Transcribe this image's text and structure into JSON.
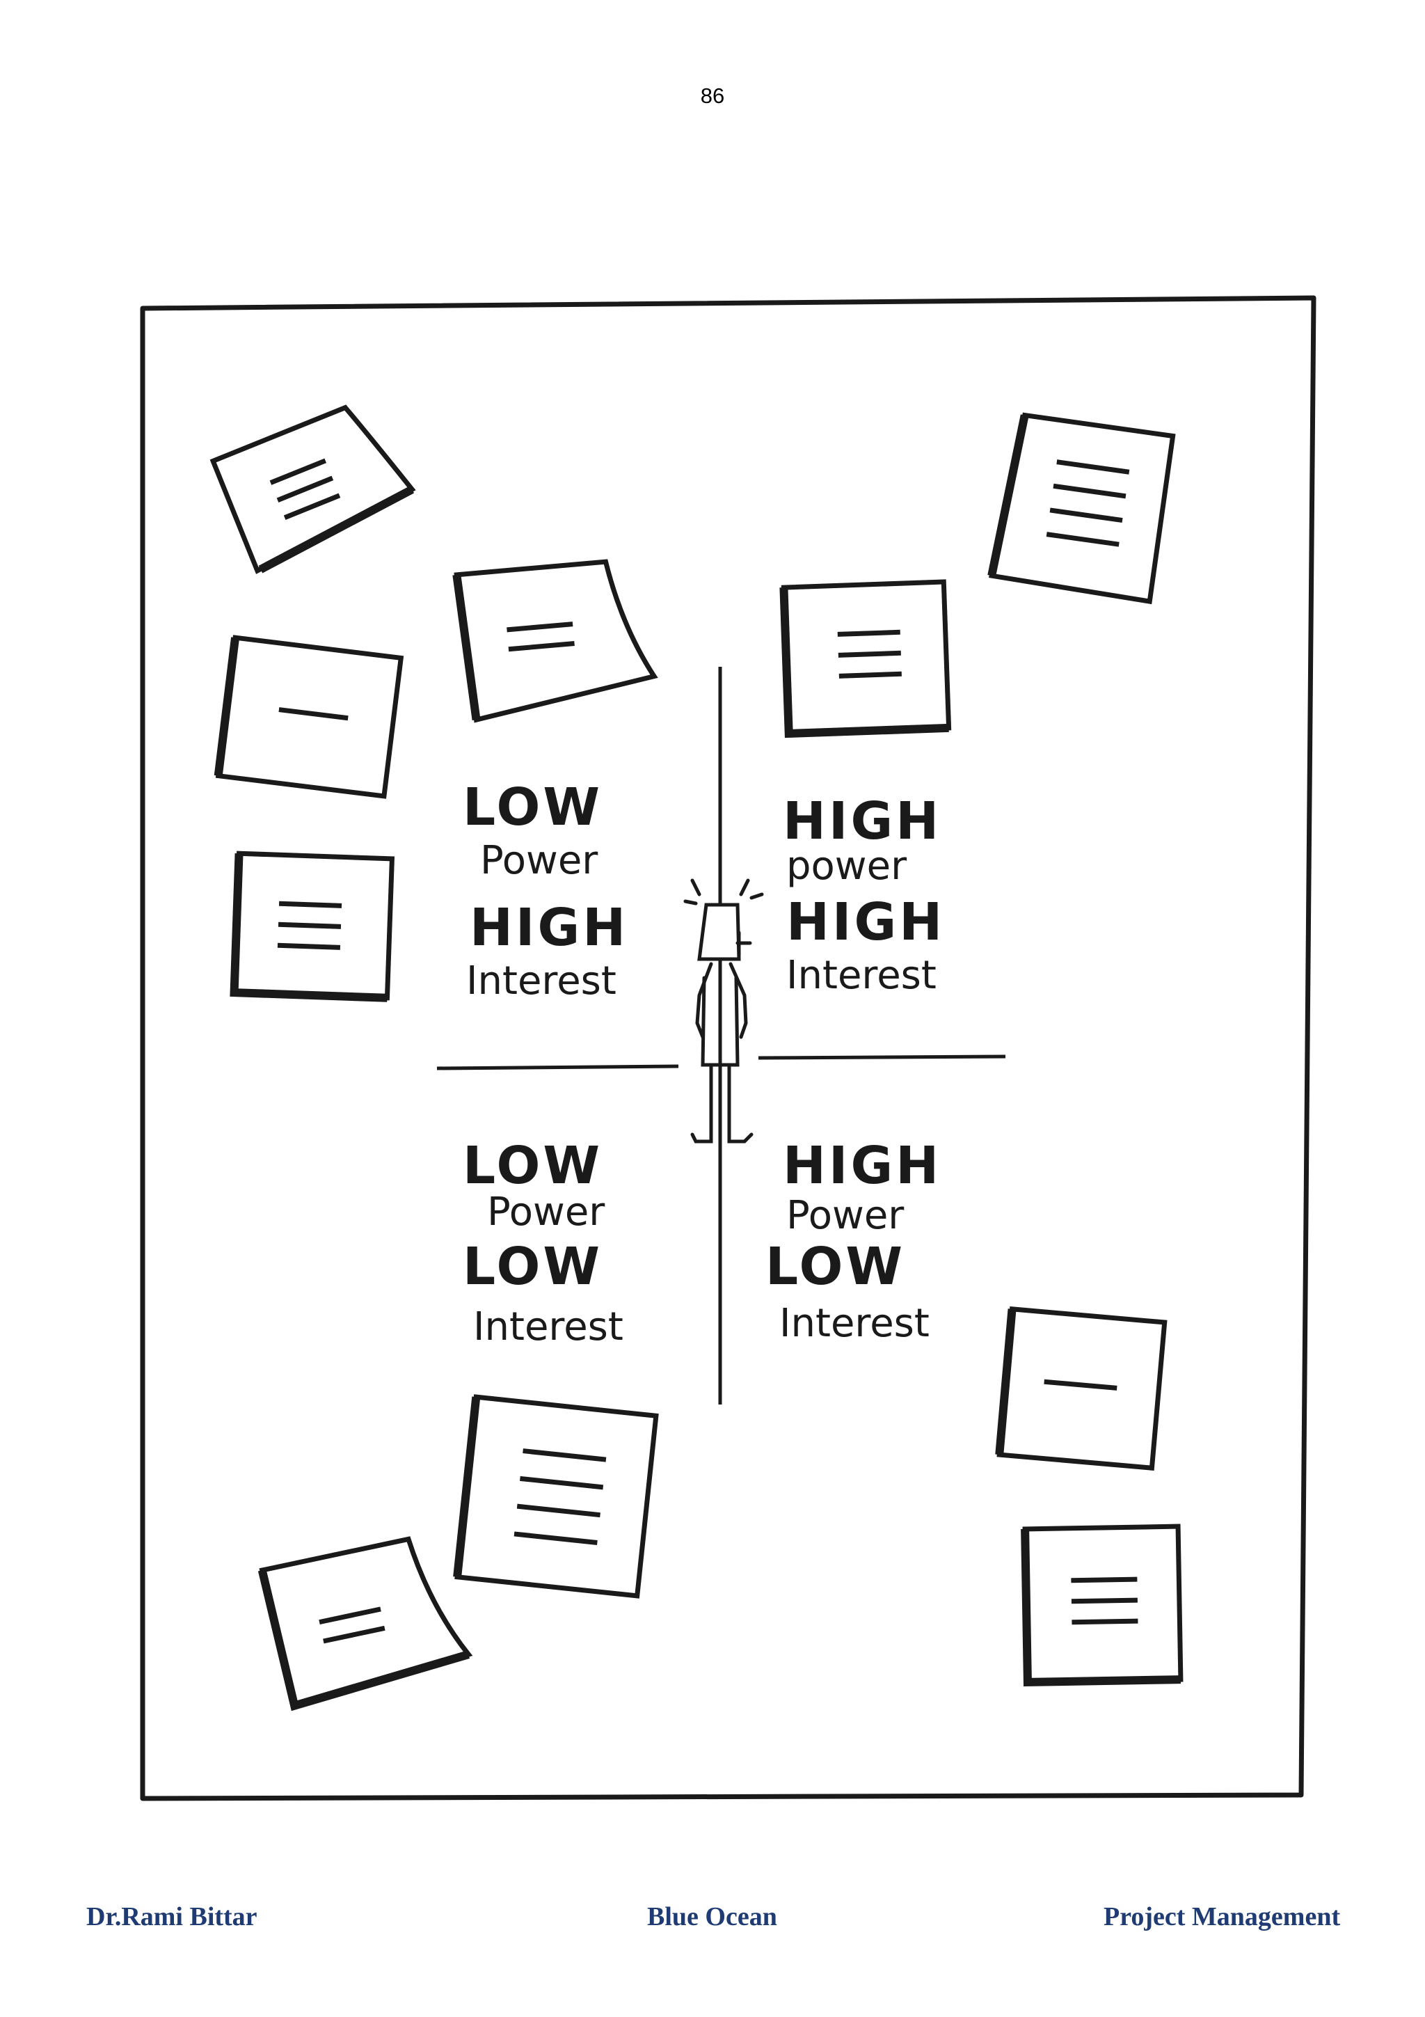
{
  "page": {
    "number": "86"
  },
  "grid": {
    "top_left": {
      "power": "LOW",
      "power_label": "Power",
      "interest": "HIGH",
      "interest_label": "Interest"
    },
    "top_right": {
      "power": "HIGH",
      "power_label": "power",
      "interest": "HIGH",
      "interest_label": "Interest"
    },
    "bottom_left": {
      "power": "LOW",
      "power_label": "Power",
      "interest": "LOW",
      "interest_label": "Interest"
    },
    "bottom_right": {
      "power": "HIGH",
      "power_label": "Power",
      "interest": "LOW",
      "interest_label": "Interest"
    }
  },
  "footer": {
    "author": "Dr.Rami Bittar",
    "center": "Blue Ocean",
    "subject": "Project Management"
  },
  "colors": {
    "footer_text": "#1f3b73",
    "ink": "#1a1a1a"
  }
}
